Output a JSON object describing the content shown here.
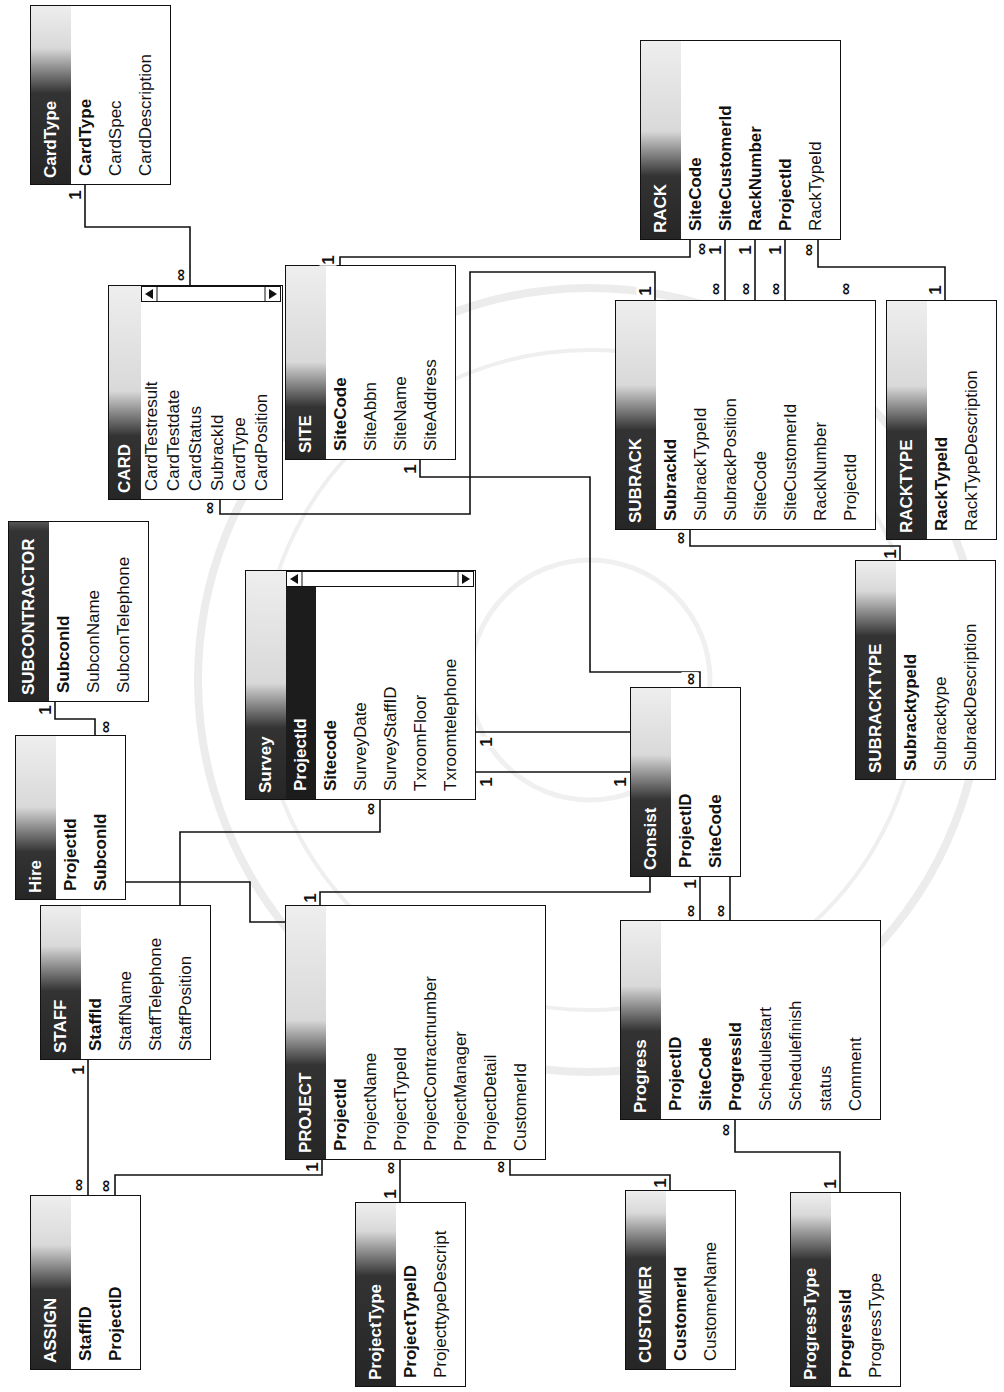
{
  "diagram": {
    "nodes": [
      {
        "text": [
          "CardType",
          "CardType",
          "CardSpec",
          "CardDescription"
        ]
      },
      {
        "text": [
          "CARD",
          "CardTestresult",
          "CardTestdate",
          "CardStatus",
          "SubrackId",
          "CardType",
          "CardPosition"
        ]
      },
      {
        "text": [
          "SITE",
          "SiteCode",
          "SiteAbbn",
          "SiteName",
          "SiteAddress"
        ]
      },
      {
        "text": [
          "RACK",
          "SiteCode",
          "SiteCustomerId",
          "RackNumber",
          "ProjectId",
          "RackTypeId"
        ]
      },
      {
        "text": [
          "SUBRACK",
          "SubrackId",
          "SubrackTypeId",
          "SubrackPosition",
          "SiteCode",
          "SiteCustomerId",
          "RackNumber",
          "ProjectId"
        ]
      },
      {
        "text": [
          "RACKTYPE",
          "RackTypeId",
          "RackTypeDescription"
        ]
      },
      {
        "text": [
          "SUBCONTRACTOR",
          "SubconId",
          "SubconName",
          "SubconTelephone"
        ]
      },
      {
        "text": [
          "Hire",
          "ProjectId",
          "SubconId"
        ]
      },
      {
        "text": [
          "STAFF",
          "StaffId",
          "StaffName",
          "StaffTelephone",
          "StaffPosition"
        ]
      },
      {
        "text": [
          "Survey",
          "ProjectId",
          "Sitecode",
          "SurveyDate",
          "SurveyStaffID",
          "TxroomFloor",
          "Txroomtelephone"
        ]
      },
      {
        "text": [
          "Consist",
          "ProjectID",
          "SiteCode"
        ]
      },
      {
        "text": [
          "SUBRACKTYPE",
          "SubracktypeId",
          "Subracktype",
          "SubrackDescription"
        ]
      },
      {
        "text": [
          "ASSIGN",
          "StaffID",
          "ProjectID"
        ]
      },
      {
        "text": [
          "PROJECT",
          "ProjectId",
          "ProjectName",
          "ProjectTypeId",
          "ProjectContractnumber",
          "ProjectManager",
          "ProjectDetail",
          "CustomerId"
        ]
      },
      {
        "text": [
          "Progress",
          "ProjectID",
          "SiteCode",
          "ProgressId",
          "Schedulestart",
          "Schedulefinish",
          "status",
          "Comment"
        ]
      },
      {
        "text": [
          "ProjectType",
          "ProjectTypeID",
          "ProjecttypeDescript"
        ]
      },
      {
        "text": [
          "CUSTOMER",
          "CustomerId",
          "CustomerName"
        ]
      },
      {
        "text": [
          "ProgressType",
          "ProgressId",
          "ProgressType"
        ]
      }
    ],
    "edges": [
      {
        "from": 0,
        "to": 1,
        "arrow": "none"
      },
      {
        "from": 4,
        "to": 1,
        "arrow": "none"
      },
      {
        "from": 2,
        "to": 3,
        "arrow": "none"
      },
      {
        "from": 3,
        "to": 4,
        "arrow": "none"
      },
      {
        "from": 3,
        "to": 4,
        "arrow": "none"
      },
      {
        "from": 3,
        "to": 4,
        "arrow": "none"
      },
      {
        "from": 3,
        "to": 5,
        "arrow": "none"
      },
      {
        "from": 4,
        "to": 11,
        "arrow": "none"
      },
      {
        "from": 2,
        "to": 10,
        "arrow": "none"
      },
      {
        "from": 9,
        "to": 10,
        "arrow": "none"
      },
      {
        "from": 9,
        "to": 10,
        "arrow": "none"
      },
      {
        "from": 8,
        "to": 9,
        "arrow": "none"
      },
      {
        "from": 6,
        "to": 7,
        "arrow": "none"
      },
      {
        "from": 13,
        "to": 10,
        "arrow": "none"
      },
      {
        "from": 10,
        "to": 14,
        "arrow": "none"
      },
      {
        "from": 10,
        "to": 14,
        "arrow": "none"
      },
      {
        "from": 7,
        "to": 13,
        "arrow": "none"
      },
      {
        "from": 8,
        "to": 12,
        "arrow": "none"
      },
      {
        "from": 13,
        "to": 12,
        "arrow": "none"
      },
      {
        "from": 13,
        "to": 15,
        "arrow": "none"
      },
      {
        "from": 13,
        "to": 16,
        "arrow": "none"
      },
      {
        "from": 14,
        "to": 17,
        "arrow": "none"
      }
    ],
    "labels": [
      "1",
      "∞",
      "∞",
      "1",
      "∞",
      "1",
      "1",
      "1",
      "∞",
      "1",
      "∞",
      "∞",
      "∞",
      "∞",
      "1",
      "1",
      "∞",
      "1",
      "1",
      "∞",
      "1",
      "∞",
      "1",
      "1",
      "∞",
      "1",
      "∞",
      "∞",
      "1",
      "1",
      "∞",
      "∞",
      "1",
      "∞",
      "1",
      "∞",
      "1",
      "∞",
      "1"
    ]
  }
}
